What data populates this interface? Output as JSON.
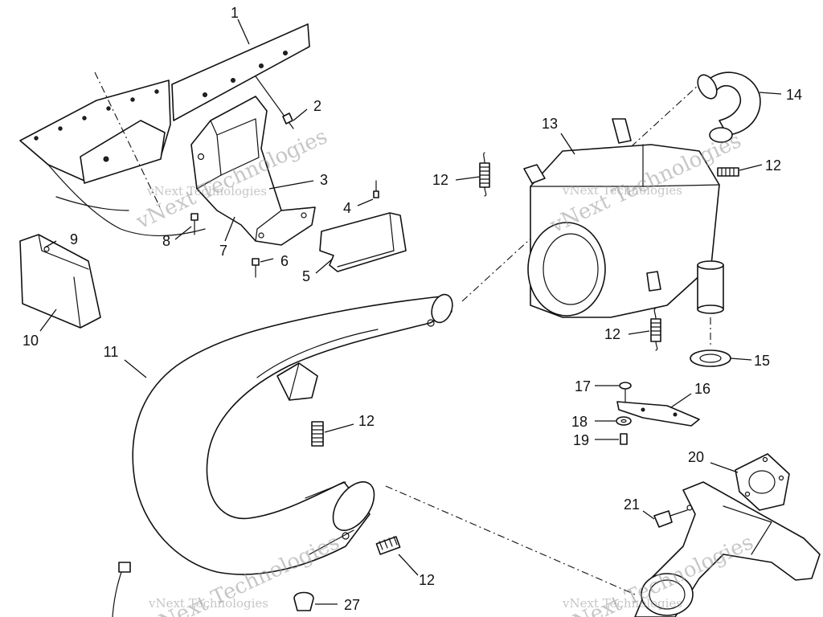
{
  "callouts": {
    "c1": "1",
    "c2": "2",
    "c3": "3",
    "c4": "4",
    "c5": "5",
    "c6": "6",
    "c7": "7",
    "c8": "8",
    "c9": "9",
    "c10": "10",
    "c11": "11",
    "c12a": "12",
    "c12b": "12",
    "c12c": "12",
    "c12d": "12",
    "c12e": "12",
    "c13": "13",
    "c14": "14",
    "c15": "15",
    "c16": "16",
    "c17": "17",
    "c18": "18",
    "c19": "19",
    "c20": "20",
    "c21": "21",
    "c27": "27"
  },
  "watermark": {
    "big": "vNext Technologies",
    "small": "vNext Technologies"
  }
}
